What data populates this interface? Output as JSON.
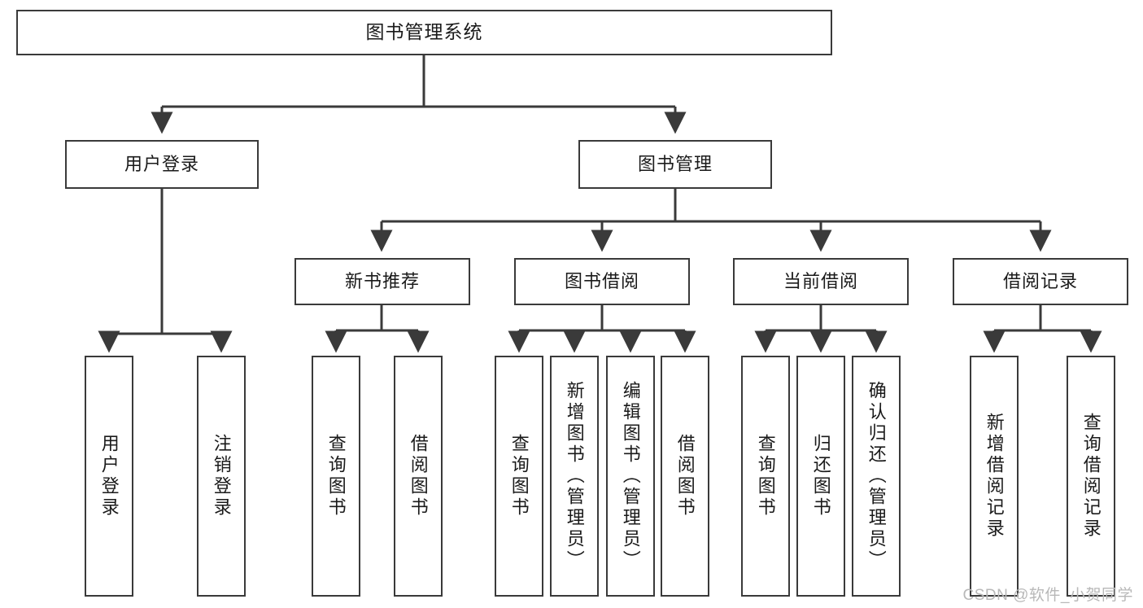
{
  "diagram": {
    "title": "图书管理系统",
    "type": "tree",
    "watermark": "CSDN @软件_小贺同学",
    "colors": {
      "box_border": "#3a3a3a",
      "box_fill": "#ffffff",
      "edge": "#3a3a3a",
      "text": "#1a1a1a",
      "watermark": "#b8b8b8"
    },
    "nodes": {
      "root": {
        "label": "图书管理系统",
        "level": 1,
        "orientation": "horizontal"
      },
      "l2": [
        {
          "id": "user_login",
          "label": "用户登录",
          "level": 2,
          "orientation": "horizontal"
        },
        {
          "id": "book_mgmt",
          "label": "图书管理",
          "level": 2,
          "orientation": "horizontal"
        }
      ],
      "l3": [
        {
          "id": "new_book_rec",
          "label": "新书推荐",
          "level": 3,
          "orientation": "horizontal",
          "parent": "book_mgmt"
        },
        {
          "id": "book_borrow",
          "label": "图书借阅",
          "level": 3,
          "orientation": "horizontal",
          "parent": "book_mgmt"
        },
        {
          "id": "current_borrow",
          "label": "当前借阅",
          "level": 3,
          "orientation": "horizontal",
          "parent": "book_mgmt"
        },
        {
          "id": "borrow_record",
          "label": "借阅记录",
          "level": 3,
          "orientation": "horizontal",
          "parent": "book_mgmt"
        }
      ],
      "leaves": [
        {
          "id": "leaf_user_login",
          "label": "用户登录",
          "parent": "user_login"
        },
        {
          "id": "leaf_user_logout",
          "label": "注销登录",
          "parent": "user_login"
        },
        {
          "id": "leaf_query_book_1",
          "label": "查询图书",
          "parent": "new_book_rec"
        },
        {
          "id": "leaf_borrow_book_1",
          "label": "借阅图书",
          "parent": "new_book_rec"
        },
        {
          "id": "leaf_query_book_2",
          "label": "查询图书",
          "parent": "book_borrow"
        },
        {
          "id": "leaf_add_book",
          "label": "新增图书（管理员）",
          "parent": "book_borrow"
        },
        {
          "id": "leaf_edit_book",
          "label": "编辑图书（管理员）",
          "parent": "book_borrow"
        },
        {
          "id": "leaf_borrow_book_2",
          "label": "借阅图书",
          "parent": "book_borrow"
        },
        {
          "id": "leaf_query_book_3",
          "label": "查询图书",
          "parent": "current_borrow"
        },
        {
          "id": "leaf_return_book",
          "label": "归还图书",
          "parent": "current_borrow"
        },
        {
          "id": "leaf_confirm_return",
          "label": "确认归还（管理员）",
          "parent": "current_borrow"
        },
        {
          "id": "leaf_add_record",
          "label": "新增借阅记录",
          "parent": "borrow_record"
        },
        {
          "id": "leaf_query_record",
          "label": "查询借阅记录",
          "parent": "borrow_record"
        }
      ]
    }
  }
}
